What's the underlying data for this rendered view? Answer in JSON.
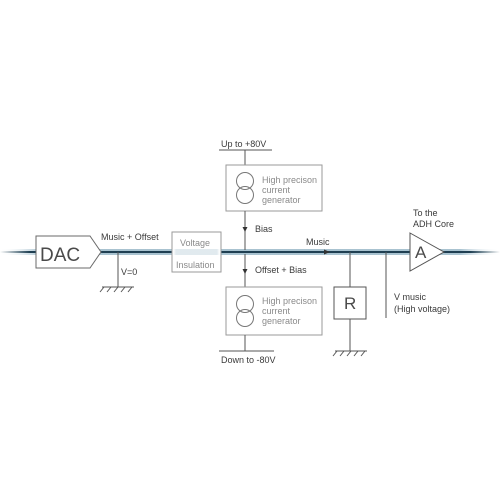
{
  "dac": {
    "label": "DAC"
  },
  "signals": {
    "music_offset": "Music + Offset",
    "v_zero": "V=0",
    "bias": "Bias",
    "music": "Music",
    "offset_bias": "Offset + Bias",
    "v_music_line1": "V music",
    "v_music_line2": "(High voltage)"
  },
  "insulation_box": {
    "line1": "Voltage",
    "line2": "Insulation"
  },
  "top_generator": {
    "supply_label": "Up to +80V",
    "line1": "High precison",
    "line2": "current",
    "line3": "generator"
  },
  "bottom_generator": {
    "supply_label": "Down to -80V",
    "line1": "High precison",
    "line2": "current",
    "line3": "generator"
  },
  "resistor": {
    "label": "R"
  },
  "amplifier": {
    "label": "A",
    "dest_line1": "To the",
    "dest_line2": "ADH Core"
  },
  "colors": {
    "main_line": "#1f3f52",
    "main_line_glow": "#9fbccb",
    "stroke": "#555555",
    "box_stroke": "#9a9a9a"
  }
}
